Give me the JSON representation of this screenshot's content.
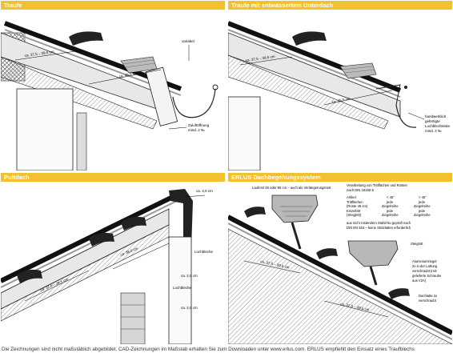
{
  "panels": {
    "p1": {
      "title": "Traufe",
      "labels": {
        "variabel": "variabel",
        "dim1": "ca. 37,5 – 39,5 cm",
        "dim2": "ca. 45,5 cm",
        "zuluft1": "Zuluftöffnung",
        "zuluft2": "mind. 2 ‰"
      }
    },
    "p2": {
      "title": "Traufe mit entwässertem Unterdach",
      "labels": {
        "dim1": "ca. 37,5 – 39,5 cm",
        "dim2": "ca. 45,5 cm",
        "hand1": "handwerklich",
        "hand2": "gefertigte",
        "hand3": "Lochblechleiste",
        "hand4": "mind. 2 ‰"
      }
    },
    "p3": {
      "title": "Pultdach",
      "labels": {
        "c1": "ca. 4,0 cm",
        "c2": "ca. 2,0 cm",
        "c3": "ca. 2,0 cm",
        "dim1": "ca. 37,5 – 39,5 cm",
        "dim2": "ca. 38,0 cm",
        "loch1": "Lochbleche",
        "loch2": "Lochbleche"
      }
    },
    "p4": {
      "title": "ERLUS Dachbegehungssystem",
      "labels": {
        "laufrost": "Laufrost 46 oder 86 cm – auch als Verlängerungsrost",
        "verarb1": "Verarbeitung von Trittflächen und Rosten",
        "verarb2": "nach DIN 18160-5",
        "artikel": "Artikel",
        "lt45": "< 45°",
        "gt45": "> 45°",
        "tritt1": "Trittflächen",
        "tritt2": "(Roste 46 cm)",
        "jede1": "jede",
        "zieg1": "Ziegelreihe",
        "jede2": "jede",
        "zieg2": "Ziegelreihe",
        "einzel1": "Einzeltritt",
        "einzel2": "(Steigtritt)",
        "jede3": "jede",
        "zieg3": "Ziegelreihe",
        "jede4": "jede",
        "zieg4": "Ziegelreihe",
        "note1": "aus nicht rostendem Stahl/Alu geprüft nach",
        "note2": "DIN EN 516 – keine Stützlatten erforderlich",
        "steig": "Steigtritt",
        "alu1": "Aluminiumziegel",
        "alu2": "2x in der Lattung",
        "alu3": "verschraubt (mit-",
        "alu4": "gelieferte Schraube",
        "alu5": "aus V2A)",
        "dim1": "ca. 37,5 – 39,5 cm",
        "dim2": "ca. 37,5 – 39,5 cm",
        "dachl1": "Dachlatte 2x",
        "dachl2": "verschraubt"
      }
    }
  },
  "footer": "Die Zeichnungen sind nicht maßstäblich abgebildet. CAD-Zeichnungen im Maßstab erhalten Sie zum Downloaden unter www.erlus.com. ERLUS empfiehlt den Einsatz eines Traufblechs"
}
